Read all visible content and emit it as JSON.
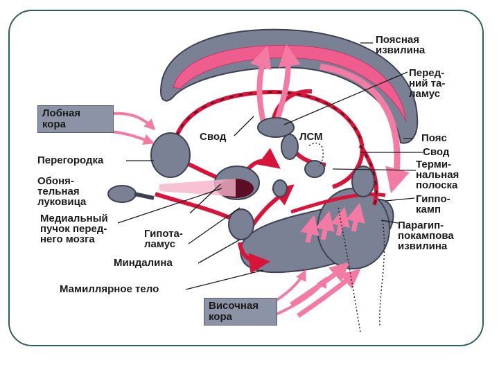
{
  "labels": {
    "cingulate_gyrus": "Поясная\nизвилина",
    "anterior_thalamus": "Перед-\nний та-\nламус",
    "cingulum": "Пояс",
    "fornix_right": "Свод",
    "stria_terminalis": "Терми-\nнальная\nполоска",
    "hippocampus": "Гиппо-\nкамп",
    "parahippocampal_gyrus": "Парагип-\nпокампова\nизвилина",
    "frontal_cortex": "Лобная\nкора",
    "septum": "Перегородка",
    "olfactory_bulb": "Обоня-\nтельная\nлуковица",
    "medial_forebrain_bundle": "Медиальный\nпучок перед-\nнего мозга",
    "hypothalamus": "Гипота-\nламус",
    "amygdala": "Миндалина",
    "mammillary_body": "Мамиллярное тело",
    "temporal_cortex": "Височная\nкора",
    "fornix_center": "Свод",
    "lsm": "ЛСМ"
  },
  "colors": {
    "structure_gray": "#7b8194",
    "structure_outline": "#3d4152",
    "pathway_red": "#d8143a",
    "pathway_pink": "#f27aa3",
    "gyrus_pink": "#ef5d8e",
    "dark_core": "#5a0f24",
    "frame": "#2f5d5d"
  }
}
